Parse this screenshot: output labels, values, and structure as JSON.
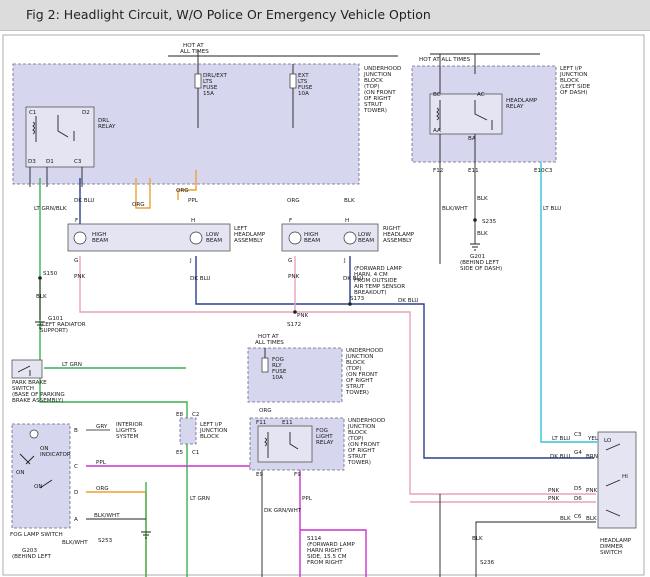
{
  "title": "Fig 2: Headlight Circuit, W/O Police Or Emergency Vehicle Option",
  "labels": {
    "hot1": "HOT AT",
    "hot1b": "ALL TIMES",
    "drl_fuse1": "DRL/EXT",
    "drl_fuse2": "LTS",
    "drl_fuse3": "FUSE",
    "drl_fuse4": "15A",
    "ext_fuse1": "EXT",
    "ext_fuse2": "LTS",
    "ext_fuse3": "FUSE",
    "ext_fuse4": "10A",
    "ujb1": "UNDERHOOD",
    "ujb2": "JUNCTION",
    "ujb3": "BLOCK",
    "ujb4": "(TOP)",
    "ujb5": "(ON FRONT",
    "ujb6": "OF RIGHT",
    "ujb7": "STRUT",
    "ujb8": "TOWER)",
    "c1": "C1",
    "d2": "D2",
    "drl_relay1": "DRL",
    "drl_relay2": "RELAY",
    "d3": "D3",
    "d1": "D1",
    "c3a": "C3",
    "hot2": "HOT AT ALL TIMES",
    "bc": "BC",
    "ac": "AC",
    "aa": "AA",
    "ba": "BA",
    "hl_relay1": "HEADLAMP",
    "hl_relay2": "RELAY",
    "lip1": "LEFT I/P",
    "lip2": "JUNCTION",
    "lip3": "BLOCK",
    "lip4": "(LEFT SIDE",
    "lip5": "OF DASH)",
    "f12": "F12",
    "e11a": "E11",
    "e10": "E10",
    "c3b": "C3",
    "lt_grn_blk": "LT GRN/BLK",
    "dk_blu_a": "DK BLU",
    "org_a": "ORG",
    "org_b": "ORG",
    "ppl_a": "PPL",
    "org_c": "ORG",
    "blk_wht_a": "BLK/WHT",
    "blk_a": "BLK",
    "lt_blu_a": "LT BLU",
    "s235": "S235",
    "blk_b": "BLK",
    "g201": "G201",
    "g201b": "(BEHIND LEFT",
    "g201c": "SIDE OF DASH)",
    "f_a": "F",
    "h_a": "H",
    "high_beam_l": "HIGH",
    "high_beam_l2": "BEAM",
    "low_beam_l": "LOW",
    "low_beam_l2": "BEAM",
    "lha1": "LEFT",
    "lha2": "HEADLAMP",
    "lha3": "ASSEMBLY",
    "f_b": "F",
    "h_b": "H",
    "high_beam_r": "HIGH",
    "high_beam_r2": "BEAM",
    "low_beam_r": "LOW",
    "low_beam_r2": "BEAM",
    "rha1": "RIGHT",
    "rha2": "HEADLAMP",
    "rha3": "ASSEMBLY",
    "g_a": "G",
    "j_a": "J",
    "g_b": "G",
    "j_b": "J",
    "pnk_a": "PNK",
    "dk_blu_b": "DK BLU",
    "pnk_b": "PNK",
    "dk_blu_c": "DK BLU",
    "s150": "S150",
    "fwd1": "(FORWARD LAMP",
    "fwd2": "HARN, 4 CM",
    "fwd3": "FROM OUTSIDE",
    "fwd4": "AIR TEMP SENSOR",
    "fwd5": "BREAKOUT)",
    "s173": "S173",
    "dk_blu_d": "DK BLU",
    "blk_c": "BLK",
    "g101": "G101",
    "g101b": "(LEFT RADIATOR",
    "g101c": "SUPPORT)",
    "pnk_c": "PNK",
    "s172": "S172",
    "hot3": "HOT AT",
    "hot3b": "ALL TIMES",
    "fog_fuse1": "FOG",
    "fog_fuse2": "RLY",
    "fog_fuse3": "FUSE",
    "fog_fuse4": "10A",
    "ujb2_1": "UNDERHOOD",
    "ujb2_2": "JUNCTION",
    "ujb2_3": "BLOCK",
    "ujb2_4": "(TOP)",
    "ujb2_5": "(ON FRONT",
    "ujb2_6": "OF RIGHT",
    "ujb2_7": "STRUT",
    "ujb2_8": "TOWER)",
    "org_d": "ORG",
    "f11": "F11",
    "e11b": "E11",
    "fog_relay1": "FOG",
    "fog_relay2": "LIGHT",
    "fog_relay3": "RELAY",
    "ujb3_1": "UNDERHOOD",
    "ujb3_2": "JUNCTION",
    "ujb3_3": "BLOCK",
    "ujb3_4": "(TOP)",
    "ujb3_5": "(ON FRONT",
    "ujb3_6": "OF RIGHT",
    "ujb3_7": "STRUT",
    "ujb3_8": "TOWER)",
    "e9": "E9",
    "f9": "F9",
    "dk_grn_wht": "DK GRN/WHT",
    "ppl_b": "PPL",
    "s114_1": "S114",
    "s114_2": "(FORWARD LAMP",
    "s114_3": "HARN RIGHT",
    "s114_4": "SIDE, 15.5 CM",
    "s114_5": "FROM RIGHT",
    "lt_grn_a": "LT GRN",
    "pbs1": "PARK BRAKE",
    "pbs2": "SWITCH",
    "pbs3": "(BASE OF PARKING",
    "pbs4": "BRAKE ASSEMBLY)",
    "e8": "E8",
    "c2": "C2",
    "e5": "E5",
    "c1b": "C1",
    "lip2_1": "LEFT I/P",
    "lip2_2": "JUNCTION",
    "lip2_3": "BLOCK",
    "lt_grn_b": "LT GRN",
    "b_a": "B",
    "gry": "GRY",
    "ils1": "INTERIOR",
    "ils2": "LIGHTS",
    "ils3": "SYSTEM",
    "on_ind1": "ON",
    "on_ind2": "INDICATOR",
    "on_a": "ON",
    "c_a": "C",
    "ppl_c": "PPL",
    "on_b": "ON",
    "d_a": "D",
    "org_e": "ORG",
    "a_a": "A",
    "blk_wht_b": "BLK/WHT",
    "fls": "FOG LAMP SWITCH",
    "blk_wht_c": "BLK/WHT",
    "s253": "S253",
    "g203": "G203",
    "g203b": "(BEHIND LEFT",
    "lt_blu_b": "LT BLU",
    "c3c": "C3",
    "yel": "YEL",
    "dk_blu_e": "DK BLU",
    "g4": "G4",
    "brn": "BRN",
    "pnk_d": "PNK",
    "d5": "D5",
    "pnk_e": "PNK",
    "pnk_f": "PNK",
    "d6": "D6",
    "blk_d": "BLK",
    "c6": "C6",
    "blk_e": "BLK",
    "lo": "LO",
    "hi": "HI",
    "hds1": "HEADLAMP",
    "hds2": "DIMMER",
    "hds3": "SWITCH",
    "blk_f": "BLK",
    "s236": "S236"
  },
  "colors": {
    "orange": "#f0a030",
    "green": "#3cb050",
    "pink": "#e8a4b8",
    "dark_blue": "#2c3f8e",
    "light_blue": "#30c4d8",
    "purple": "#cc33cc",
    "gray": "#8a8a8a",
    "black": "#222222"
  }
}
